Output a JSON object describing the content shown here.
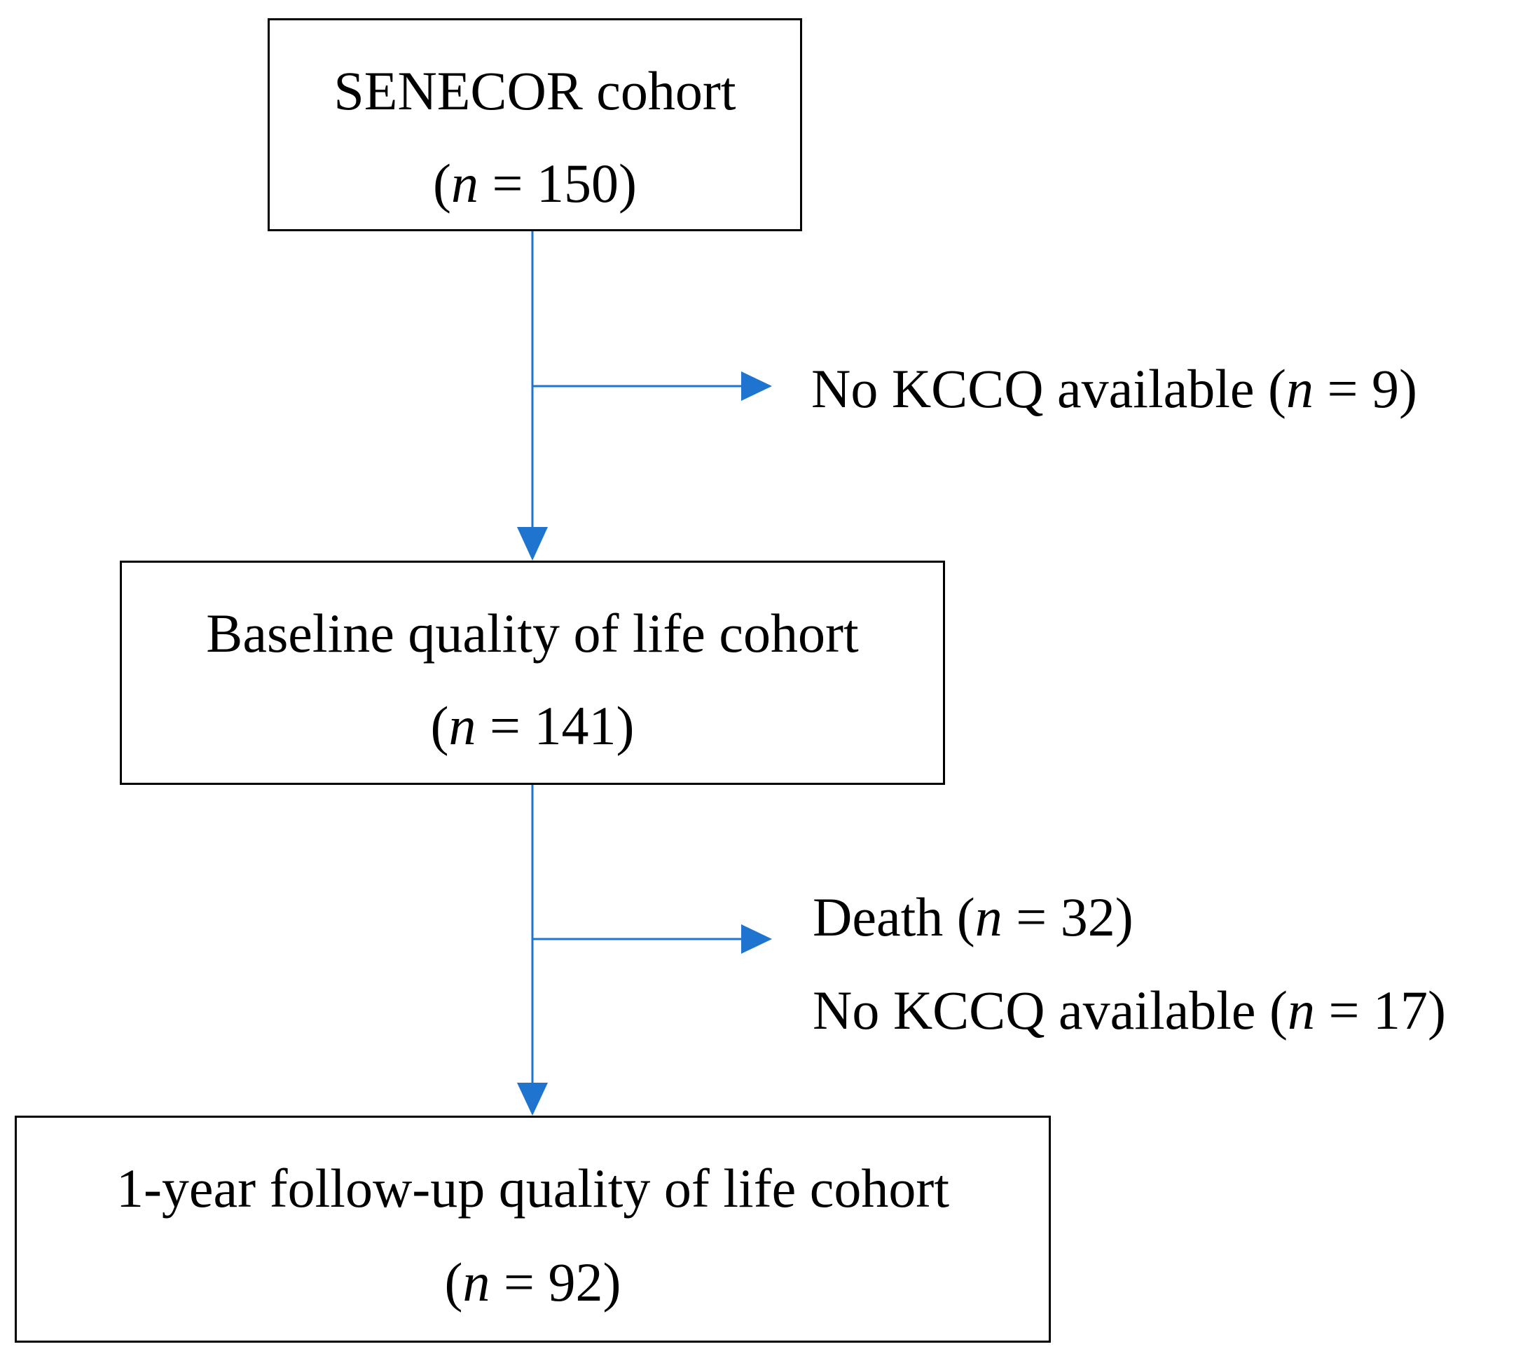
{
  "colors": {
    "arrow": "#1F74D0",
    "box_border": "#000000",
    "text": "#000000"
  },
  "boxes": [
    {
      "title": "SENECOR cohort",
      "n_label": "n",
      "n_value": "150"
    },
    {
      "title": "Baseline quality of life cohort",
      "n_label": "n",
      "n_value": "141"
    },
    {
      "title": "1-year follow-up quality of life cohort",
      "n_label": "n",
      "n_value": "92"
    }
  ],
  "exclusions": [
    {
      "lines": [
        {
          "text": "No KCCQ available",
          "n_label": "n",
          "n_value": "9"
        }
      ]
    },
    {
      "lines": [
        {
          "text": "Death",
          "n_label": "n",
          "n_value": "32"
        },
        {
          "text": "No KCCQ available",
          "n_label": "n",
          "n_value": "17"
        }
      ]
    }
  ]
}
